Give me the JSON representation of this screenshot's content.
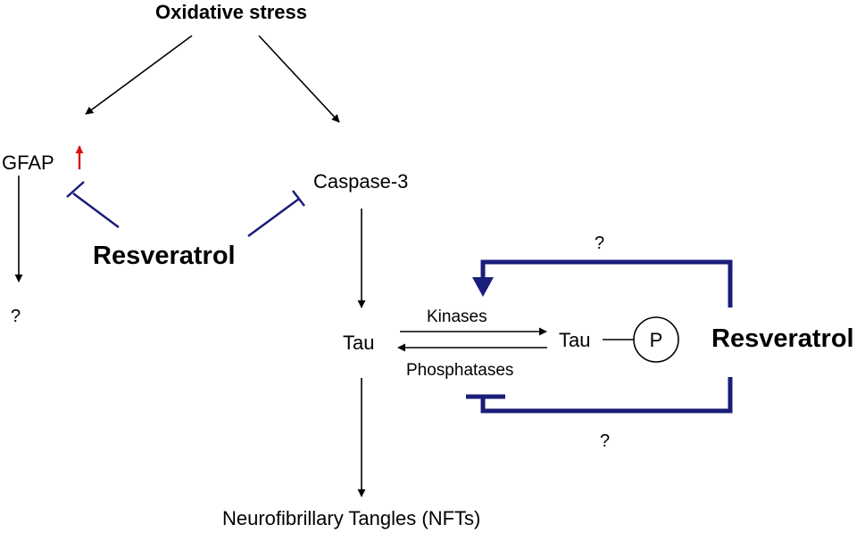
{
  "nodes": {
    "oxidative_stress": "Oxidative stress",
    "gfap": "GFAP",
    "caspase3": "Caspase-3",
    "resveratrol_left": "Resveratrol",
    "unknown_gfap": "?",
    "tau": "Tau",
    "tau_phospho": "Tau",
    "phosphate": "P",
    "resveratrol_right": "Resveratrol",
    "nfts": "Neurofibrillary Tangles (NFTs)"
  },
  "edges": {
    "kinases": "Kinases",
    "phosphatases": "Phosphatases",
    "unknown_top": "?",
    "unknown_bottom": "?"
  },
  "colors": {
    "activation": "#000000",
    "inhibition": "#1a1d7a",
    "increase": "#d61414"
  }
}
